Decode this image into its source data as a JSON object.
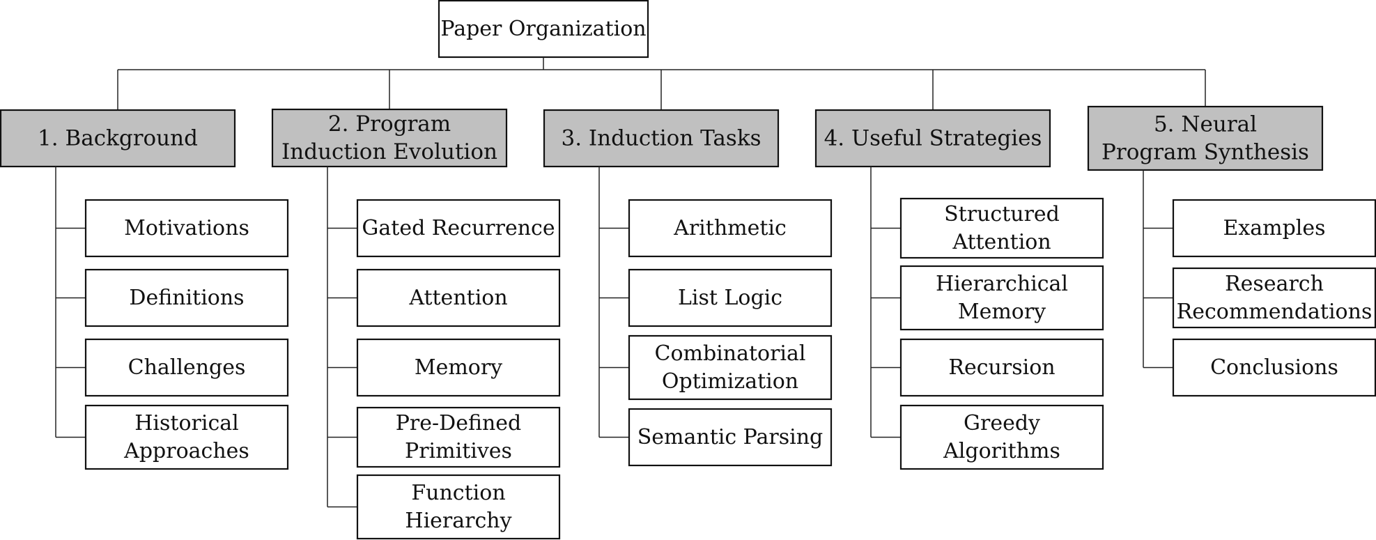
{
  "root": {
    "label": "Paper Organization"
  },
  "sections": [
    {
      "title": [
        "1.  Background"
      ],
      "items": [
        [
          "Motivations"
        ],
        [
          "Definitions"
        ],
        [
          "Challenges"
        ],
        [
          "Historical",
          "Approaches"
        ]
      ]
    },
    {
      "title": [
        "2.  Program",
        "Induction Evolution"
      ],
      "items": [
        [
          "Gated Recurrence"
        ],
        [
          "Attention"
        ],
        [
          "Memory"
        ],
        [
          "Pre-Defined",
          "Primitives"
        ],
        [
          "Function",
          "Hierarchy"
        ]
      ]
    },
    {
      "title": [
        "3.  Induction Tasks"
      ],
      "items": [
        [
          "Arithmetic"
        ],
        [
          "List Logic"
        ],
        [
          "Combinatorial",
          "Optimization"
        ],
        [
          "Semantic Parsing"
        ]
      ]
    },
    {
      "title": [
        "4.  Useful Strategies"
      ],
      "items": [
        [
          "Structured",
          "Attention"
        ],
        [
          "Hierarchical",
          "Memory"
        ],
        [
          "Recursion"
        ],
        [
          "Greedy",
          "Algorithms"
        ]
      ]
    },
    {
      "title": [
        "5.  Neural",
        "Program Synthesis"
      ],
      "items": [
        [
          "Examples"
        ],
        [
          "Research",
          "Recommendations"
        ],
        [
          "Conclusions"
        ]
      ]
    }
  ],
  "colors": {
    "section_fill": "#c0c0c0",
    "item_fill": "#ffffff",
    "line": "#222222"
  }
}
